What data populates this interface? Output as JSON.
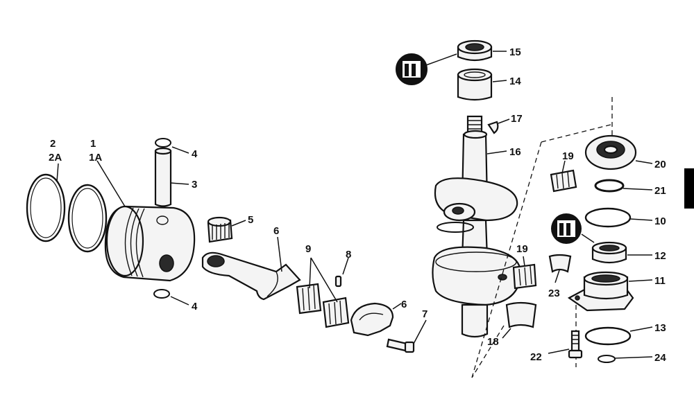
{
  "callouts": [
    {
      "id": "c1",
      "text": "1"
    },
    {
      "id": "c1a",
      "text": "1A"
    },
    {
      "id": "c2",
      "text": "2"
    },
    {
      "id": "c2a",
      "text": "2A"
    },
    {
      "id": "c3",
      "text": "3"
    },
    {
      "id": "c4a",
      "text": "4"
    },
    {
      "id": "c4b",
      "text": "4"
    },
    {
      "id": "c5",
      "text": "5"
    },
    {
      "id": "c6a",
      "text": "6"
    },
    {
      "id": "c6b",
      "text": "6"
    },
    {
      "id": "c7",
      "text": "7"
    },
    {
      "id": "c8",
      "text": "8"
    },
    {
      "id": "c9",
      "text": "9"
    },
    {
      "id": "c10",
      "text": "10"
    },
    {
      "id": "c11",
      "text": "11"
    },
    {
      "id": "c12",
      "text": "12"
    },
    {
      "id": "c13",
      "text": "13"
    },
    {
      "id": "c14",
      "text": "14"
    },
    {
      "id": "c15",
      "text": "15"
    },
    {
      "id": "c16",
      "text": "16"
    },
    {
      "id": "c17",
      "text": "17"
    },
    {
      "id": "c18",
      "text": "18"
    },
    {
      "id": "c19a",
      "text": "19"
    },
    {
      "id": "c19b",
      "text": "19"
    },
    {
      "id": "c20",
      "text": "20"
    },
    {
      "id": "c21",
      "text": "21"
    },
    {
      "id": "c22",
      "text": "22"
    },
    {
      "id": "c23",
      "text": "23"
    },
    {
      "id": "c24",
      "text": "24"
    }
  ]
}
